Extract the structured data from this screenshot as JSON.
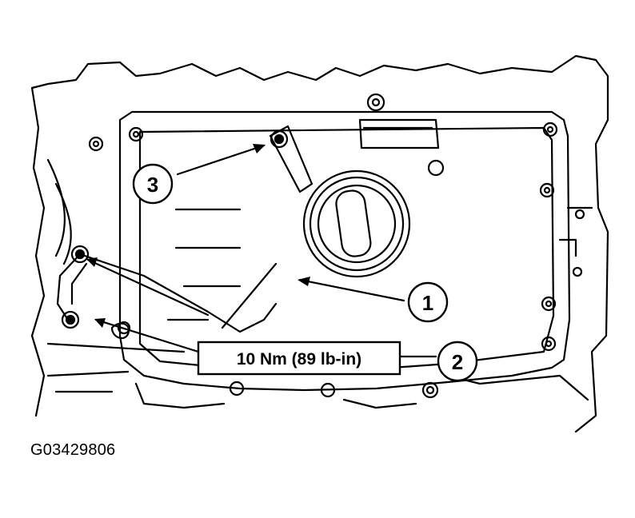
{
  "diagram": {
    "callouts": [
      {
        "id": "1",
        "label": "1"
      },
      {
        "id": "2",
        "label": "2"
      },
      {
        "id": "3",
        "label": "3"
      }
    ],
    "torque_label": "10 Nm (89 lb-in)",
    "figure_id": "G03429806"
  },
  "colors": {
    "line": "#000000",
    "background": "#ffffff"
  }
}
